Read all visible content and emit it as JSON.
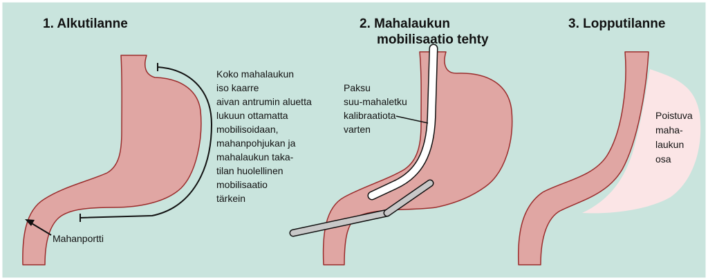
{
  "panel1": {
    "title": "1. Alkutilanne",
    "annotation_lines": [
      "Koko mahalaukun",
      "iso kaarre",
      "aivan antrumin aluetta",
      "lukuun ottamatta",
      "mobilisoidaan,",
      "mahanpohjukan ja",
      "mahalaukun taka-",
      "tilan huolellinen",
      "mobilisaatio",
      "tärkein"
    ],
    "pylorus_label": "Mahanportti"
  },
  "panel2": {
    "title_line1": "2. Mahalaukun",
    "title_line2": "mobilisaatio tehty",
    "tube_label_lines": [
      "Paksu",
      "suu-mahaletku",
      "kalibraatiota",
      "varten"
    ]
  },
  "panel3": {
    "title": "3. Lopputilanne",
    "removed_label_lines": [
      "Poistuva",
      "maha-",
      "laukun",
      "osa"
    ]
  },
  "colors": {
    "background": "#c9e4dd",
    "border": "#ffffff",
    "stomach_fill": "#e0a6a3",
    "stomach_stroke": "#9a2b2b",
    "removed_part_fill": "#fbe5e6",
    "tube_fill": "#ffffff",
    "instrument_fill": "#c8c8c8"
  }
}
